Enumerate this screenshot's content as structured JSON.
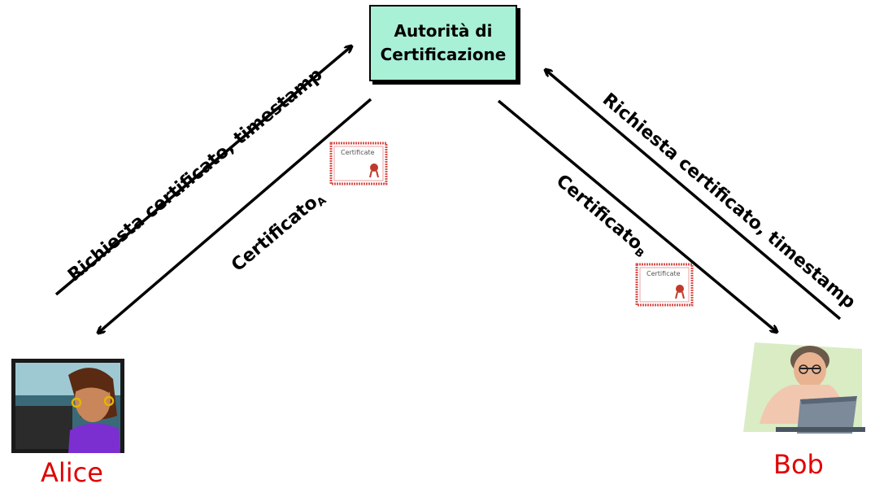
{
  "nodes": {
    "ca_line1": "Autorità di",
    "ca_line2": "Certificazione",
    "alice": "Alice",
    "bob": "Bob"
  },
  "edges": {
    "alice_request": "Richiesta certificato, timestamp",
    "alice_cert": "Certificato",
    "alice_cert_sub": "A",
    "bob_request": "Richiesta certificato, timestamp",
    "bob_cert": "Certificato",
    "bob_cert_sub": "B"
  },
  "certificate_icon_text": "Certificate",
  "colors": {
    "ca_fill": "#a8f0d6",
    "name_color": "#e00000",
    "cert_border": "#d9534f"
  },
  "icons": {
    "alice": "woman-avatar-icon",
    "bob": "man-at-laptop-icon",
    "certificate": "certificate-icon"
  }
}
